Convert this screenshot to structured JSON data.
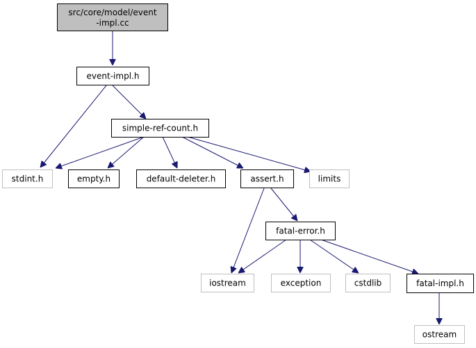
{
  "colors": {
    "edge": "#191970",
    "root_fill": "#bfbfbf",
    "node_border": "#000000",
    "external_border": "#bfbfbf",
    "background": "#ffffff"
  },
  "nodes": {
    "root": {
      "line1": "src/core/model/event",
      "line2": "-impl.cc"
    },
    "event_impl_h": "event-impl.h",
    "simple_ref_count_h": "simple-ref-count.h",
    "stdint_h": "stdint.h",
    "empty_h": "empty.h",
    "default_deleter_h": "default-deleter.h",
    "assert_h": "assert.h",
    "limits": "limits",
    "fatal_error_h": "fatal-error.h",
    "iostream": "iostream",
    "exception": "exception",
    "cstdlib": "cstdlib",
    "fatal_impl_h": "fatal-impl.h",
    "ostream": "ostream"
  },
  "edges": [
    [
      "root",
      "event_impl_h"
    ],
    [
      "event_impl_h",
      "stdint_h"
    ],
    [
      "event_impl_h",
      "simple_ref_count_h"
    ],
    [
      "simple_ref_count_h",
      "stdint_h"
    ],
    [
      "simple_ref_count_h",
      "empty_h"
    ],
    [
      "simple_ref_count_h",
      "default_deleter_h"
    ],
    [
      "simple_ref_count_h",
      "assert_h"
    ],
    [
      "simple_ref_count_h",
      "limits"
    ],
    [
      "assert_h",
      "iostream"
    ],
    [
      "assert_h",
      "fatal_error_h"
    ],
    [
      "fatal_error_h",
      "iostream"
    ],
    [
      "fatal_error_h",
      "exception"
    ],
    [
      "fatal_error_h",
      "cstdlib"
    ],
    [
      "fatal_error_h",
      "fatal_impl_h"
    ],
    [
      "fatal_impl_h",
      "ostream"
    ]
  ]
}
